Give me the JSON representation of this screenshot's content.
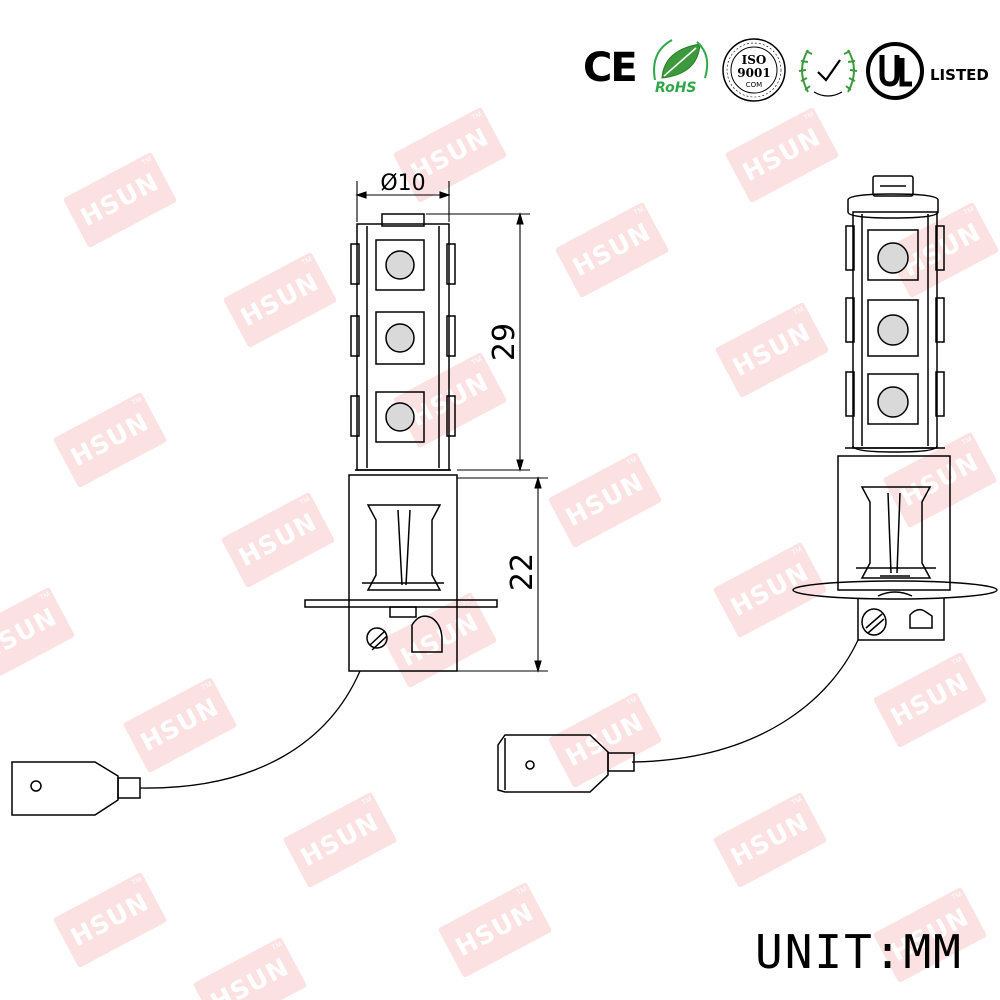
{
  "watermark": {
    "text": "HSUN",
    "trademark": "TM"
  },
  "certifications": {
    "ce": "CE",
    "rohs": "RoHS",
    "iso_line1": "ISO",
    "iso_line2": "9001",
    "iso_line3": "COM",
    "ul": "UL",
    "listed": "LISTED",
    "colors": {
      "rohs_green": "#2fa84a",
      "seal_green": "#3c9a3c"
    }
  },
  "dimensions": {
    "diameter": "Ø10",
    "top_height": "29",
    "base_height": "22"
  },
  "unit": "UNIT:MM"
}
